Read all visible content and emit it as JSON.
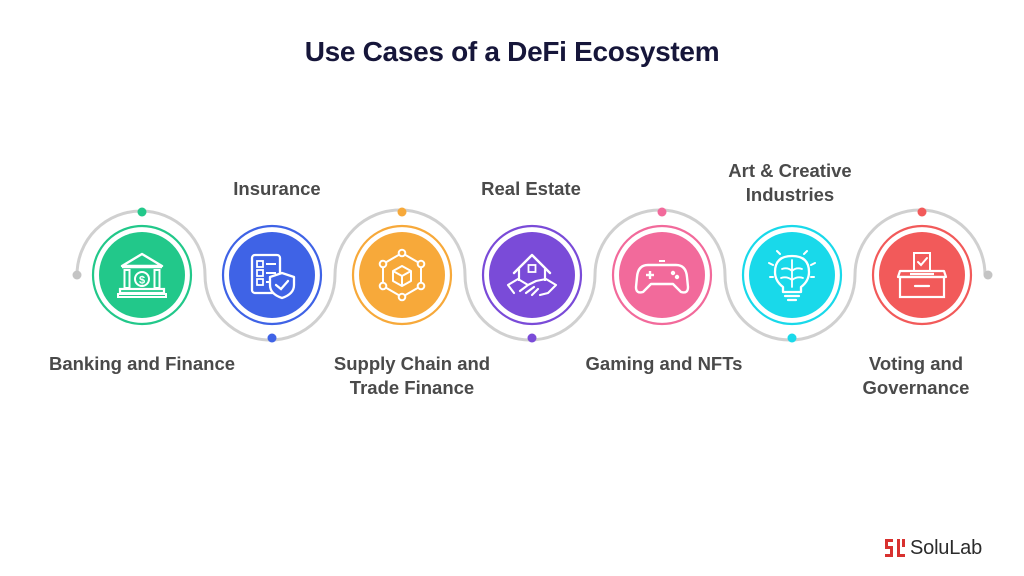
{
  "title": "Use Cases of a DeFi Ecosystem",
  "steps": [
    {
      "label": "Banking and Finance",
      "icon": "bank-icon",
      "color": "#22c88a"
    },
    {
      "label": "Insurance",
      "icon": "insurance-shield-icon",
      "color": "#3f63e6"
    },
    {
      "label": "Supply Chain and Trade Finance",
      "icon": "supply-chain-box-icon",
      "color": "#f7a93a"
    },
    {
      "label": "Real Estate",
      "icon": "real-estate-handshake-icon",
      "color": "#7a4bd8"
    },
    {
      "label": "Gaming and NFTs",
      "icon": "game-controller-icon",
      "color": "#f26a9b"
    },
    {
      "label": "Art & Creative Industries",
      "icon": "creative-brain-bulb-icon",
      "color": "#19d9ea"
    },
    {
      "label": "Voting and Governance",
      "icon": "ballot-box-icon",
      "color": "#f25a5a"
    }
  ],
  "brand": {
    "name": "SoluLab",
    "logo_icon": "solulab-logo-icon",
    "color": "#d8312f"
  }
}
